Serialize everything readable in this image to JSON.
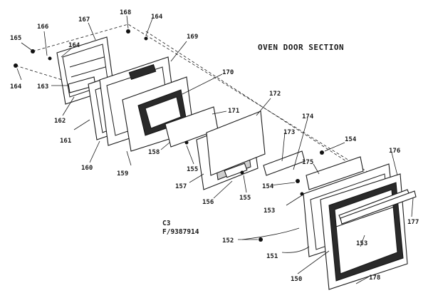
{
  "diagram": {
    "title": "OVEN DOOR SECTION",
    "code_line_1": "C3",
    "code_line_2": "F/9387914",
    "callouts": {
      "c150": "150",
      "c151": "151",
      "c152": "152",
      "c153a": "153",
      "c153b": "153",
      "c154a": "154",
      "c154b": "154",
      "c155a": "155",
      "c155b": "155",
      "c156": "156",
      "c157": "157",
      "c158": "158",
      "c159": "159",
      "c160": "160",
      "c161": "161",
      "c162": "162",
      "c163": "163",
      "c164a": "164",
      "c164b": "164",
      "c164c": "164",
      "c165": "165",
      "c166": "166",
      "c167": "167",
      "c168": "168",
      "c169": "169",
      "c170": "170",
      "c171": "171",
      "c172": "172",
      "c173": "173",
      "c174": "174",
      "c175": "175",
      "c176": "176",
      "c177": "177",
      "c178": "178"
    }
  }
}
